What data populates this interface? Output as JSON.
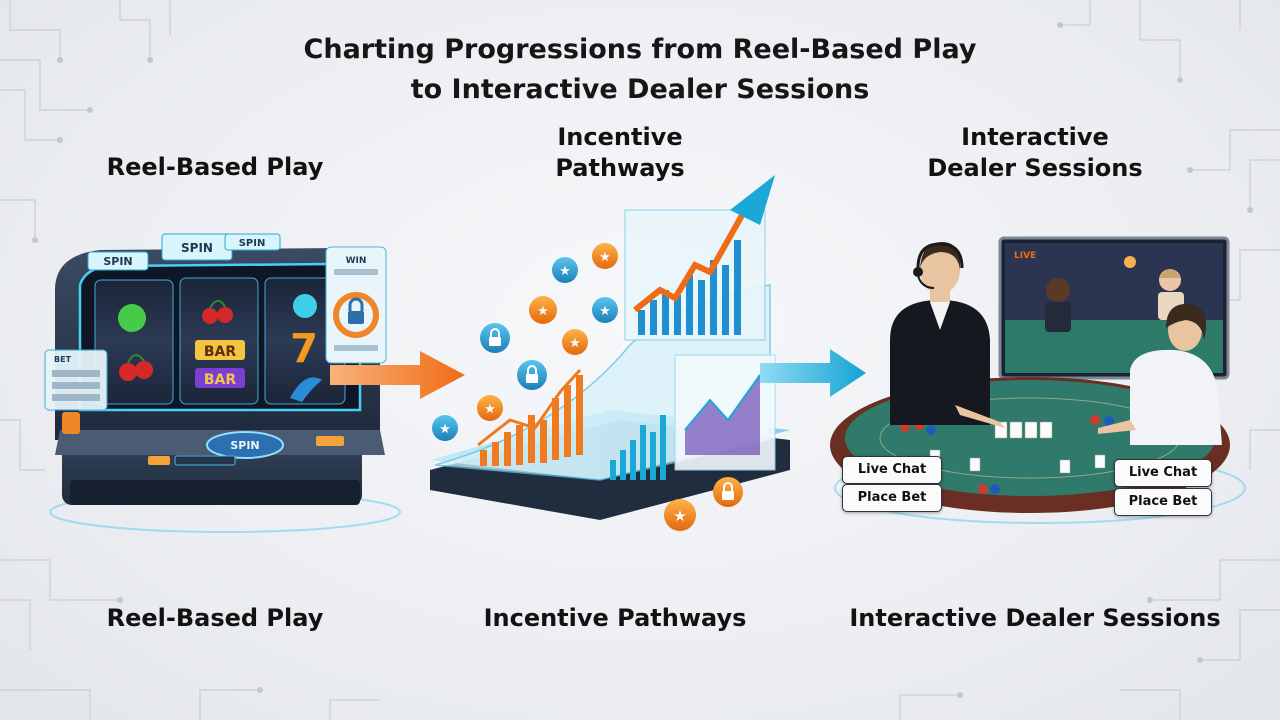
{
  "title_line1": "Charting Progressions from Reel-Based Play",
  "title_line2": "to Interactive Dealer Sessions",
  "stages": {
    "reel": {
      "heading": "Reel-Based Play",
      "footer": "Reel-Based Play",
      "labels": {
        "spin_top_left": "SPIN",
        "spin_top_center": "SPIN",
        "spin_top_right": "SPIN",
        "spin_button": "SPIN",
        "bet": "BET",
        "win": "WIN",
        "bar1": "BAR",
        "bar2": "BAR",
        "seven": "7"
      }
    },
    "incentive": {
      "heading_line1": "Incentive",
      "heading_line2": "Pathways",
      "footer": "Incentive Pathways"
    },
    "dealer": {
      "heading_line1": "Interactive",
      "heading_line2": "Dealer Sessions",
      "footer": "Interactive Dealer Sessions",
      "screen_label": "LIVE",
      "buttons_left": [
        "Live Chat",
        "Place Bet"
      ],
      "buttons_right": [
        "Live Chat",
        "Place Bet"
      ]
    }
  },
  "colors": {
    "accent_cyan": "#1aa8d6",
    "accent_orange": "#f07a1f",
    "cabinet": "#2b3a4f",
    "felt": "#2f7a6a",
    "table_rim": "#6b2e22"
  },
  "icons": [
    "slot-machine-icon",
    "arrow-right-icon",
    "coin-star-icon",
    "coin-lock-icon",
    "growth-chart-icon",
    "dealer-icon",
    "player-icon",
    "poker-table-icon"
  ]
}
